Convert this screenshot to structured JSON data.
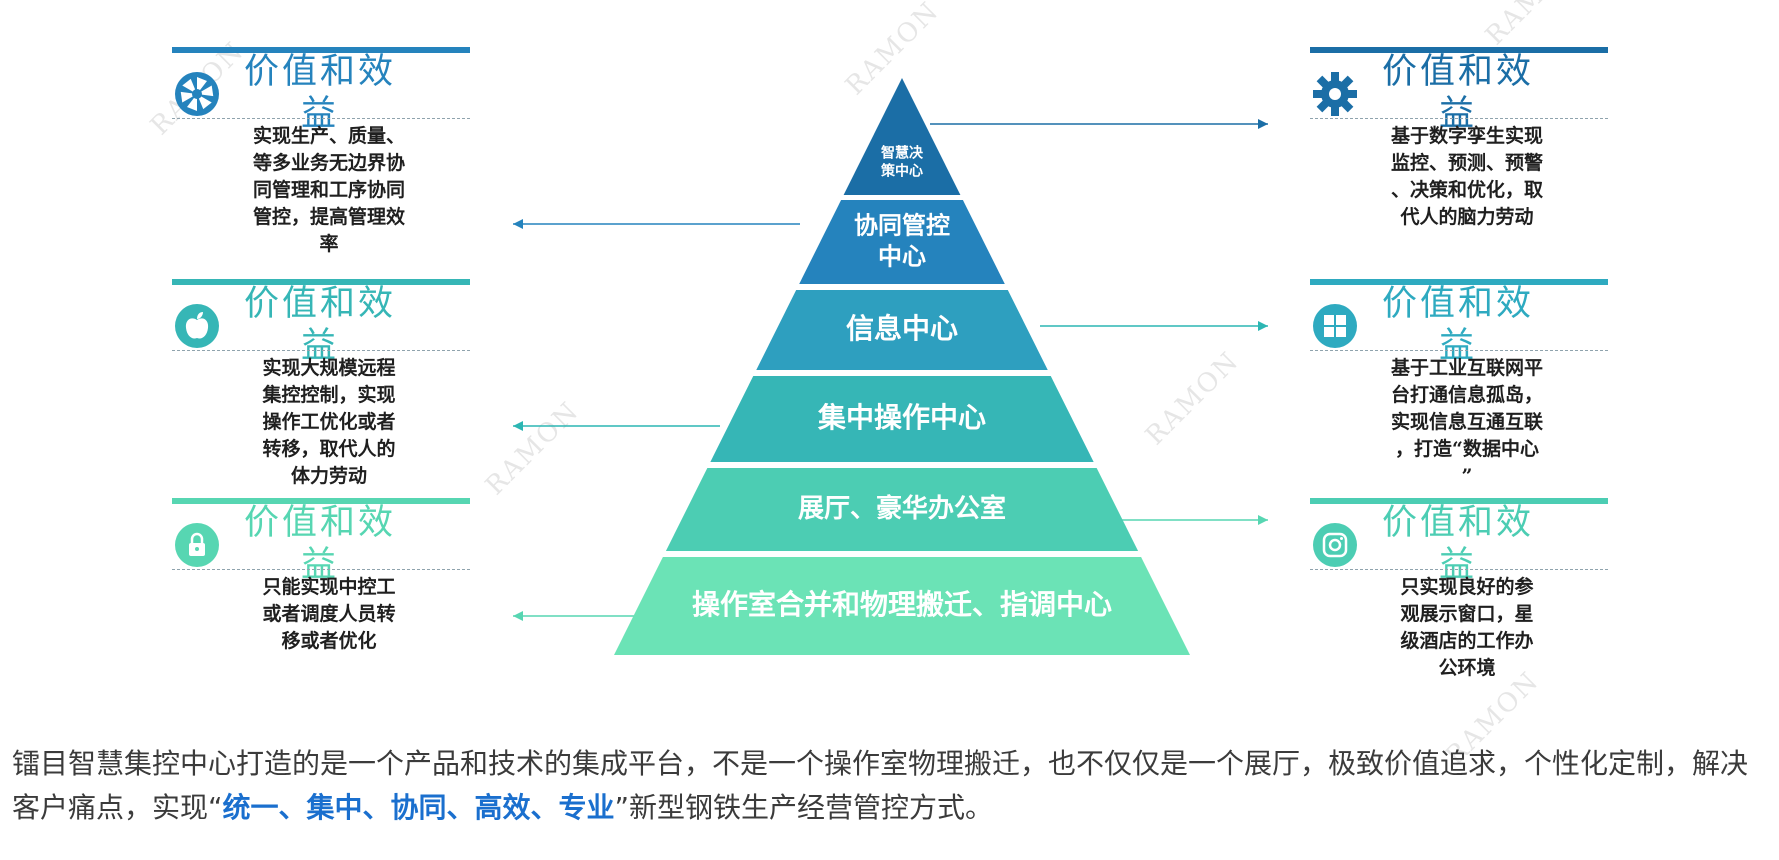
{
  "colors": {
    "blue_dark": "#1b6ea6",
    "blue_mid": "#2583bd",
    "teal": "#2cb6b3",
    "mint": "#57d6b2",
    "mint_light": "#78e3bb",
    "highlight": "#1a6fce"
  },
  "pyramid": [
    {
      "label": "智慧决\n策中心",
      "color": "#1b6ea6"
    },
    {
      "label": "协同管控\n中心",
      "color": "#2583bd"
    },
    {
      "label": "信息中心",
      "color": "#2e9fbf"
    },
    {
      "label": "集中操作中心",
      "color": "#36b6b6"
    },
    {
      "label": "展厅、豪华办公室",
      "color": "#4ccdb3"
    },
    {
      "label": "操作室合并和物理搬迁、指调中心",
      "color": "#6be3b6"
    }
  ],
  "cards": [
    {
      "heading": "价值和效\n益",
      "icon": "shutter-icon",
      "color": "#2583bd",
      "body": "实现生产、质量、\n等多业务无边界协\n同管理和工序协同\n管控，提高管理效\n率"
    },
    {
      "heading": "价值和效\n益",
      "icon": "apple-icon",
      "color": "#36b6b6",
      "body": "实现大规模远程\n集控控制，实现\n操作工优化或者\n转移，取代人的\n体力劳动"
    },
    {
      "heading": "价值和效\n益",
      "icon": "lock-icon",
      "color": "#57d6b2",
      "body": "只能实现中控工\n或者调度人员转\n移或者优化"
    },
    {
      "heading": "价值和效\n益",
      "icon": "gear-icon",
      "color": "#1b6ea6",
      "body": "基于数字孪生实现\n监控、预测、预警\n、决策和优化，取\n代人的脑力劳动"
    },
    {
      "heading": "价值和效\n益",
      "icon": "windows-icon",
      "color": "#2eaac0",
      "body": "基于工业互联网平\n台打通信息孤岛，\n实现信息互通互联\n，打造“数据中心\n”"
    },
    {
      "heading": "价值和效\n益",
      "icon": "instagram-icon",
      "color": "#4ccdb3",
      "body": "只实现良好的参\n观展示窗口，星\n级酒店的工作办\n公环境"
    }
  ],
  "paragraph": {
    "pre": "镭目智慧集控中心打造的是一个产品和技术的集成平台，不是一个操作室物理搬迁，也不仅仅是一个展厅，极致价值追求，个性化定制，解决客户痛点，实现“",
    "highlight": "统一、集中、协同、高效、专业",
    "post": "”新型钢铁生产经营管控方式。"
  },
  "watermark": "RAMON"
}
